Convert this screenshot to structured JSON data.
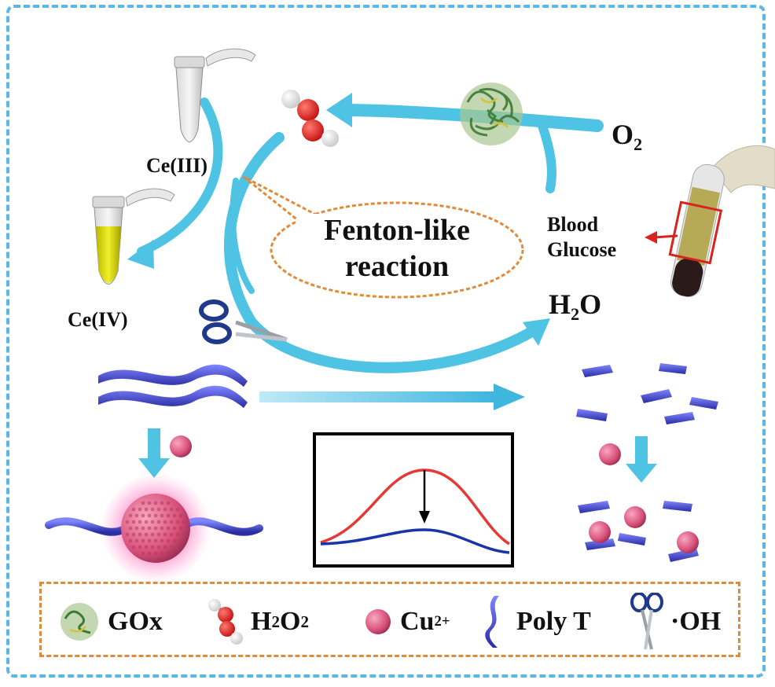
{
  "labels": {
    "ce3": "Ce(III)",
    "ce4": "Ce(IV)",
    "o2_main": "O",
    "o2_sub": "2",
    "fenton_line1": "Fenton-like",
    "fenton_line2": "reaction",
    "blood_line1": "Blood",
    "blood_line2": "Glucose",
    "h2o_h": "H",
    "h2o_sub": "2",
    "h2o_o": "O"
  },
  "legend": {
    "gox": "GOx",
    "h2o2_h": "H",
    "h2o2_sub1": "2",
    "h2o2_o": "O",
    "h2o2_sub2": "2",
    "cu_main": "Cu",
    "cu_sup": "2+",
    "polyt": "Poly T",
    "oh": "·OH"
  },
  "colors": {
    "frame": "#5bb7e6",
    "arrow": "#4fc3e3",
    "callout": "#e08a3a",
    "signal_high": "#e53935",
    "signal_low": "#1a35a8",
    "polyT": "#3d3fb8",
    "copper": "#d9507a",
    "red_marker": "#d8231e"
  }
}
